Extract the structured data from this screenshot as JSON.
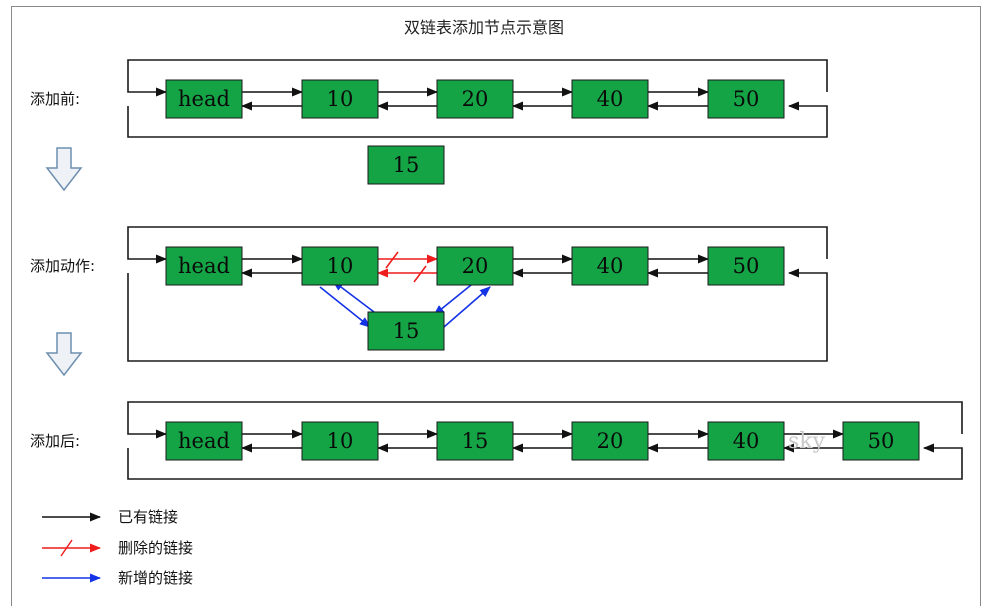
{
  "title": "双链表添加节点示意图",
  "rows": {
    "before": {
      "label": "添加前:",
      "nodes": [
        "head",
        "10",
        "20",
        "40",
        "50"
      ],
      "detached_node": "15"
    },
    "action": {
      "label": "添加动作:",
      "nodes": [
        "head",
        "10",
        "20",
        "40",
        "50"
      ],
      "inserted_node": "15"
    },
    "after": {
      "label": "添加后:",
      "nodes": [
        "head",
        "10",
        "15",
        "20",
        "40",
        "50"
      ]
    }
  },
  "legend": [
    {
      "label": "已有链接",
      "color": "#111111",
      "kind": "existing"
    },
    {
      "label": "删除的链接",
      "color": "#ee1c1c",
      "kind": "deleted"
    },
    {
      "label": "新增的链接",
      "color": "#1433e6",
      "kind": "added"
    }
  ],
  "watermark": "sky",
  "colors": {
    "node_fill": "#14a445",
    "existing_link": "#111111",
    "deleted_link": "#ee1c1c",
    "added_link": "#1433e6"
  }
}
